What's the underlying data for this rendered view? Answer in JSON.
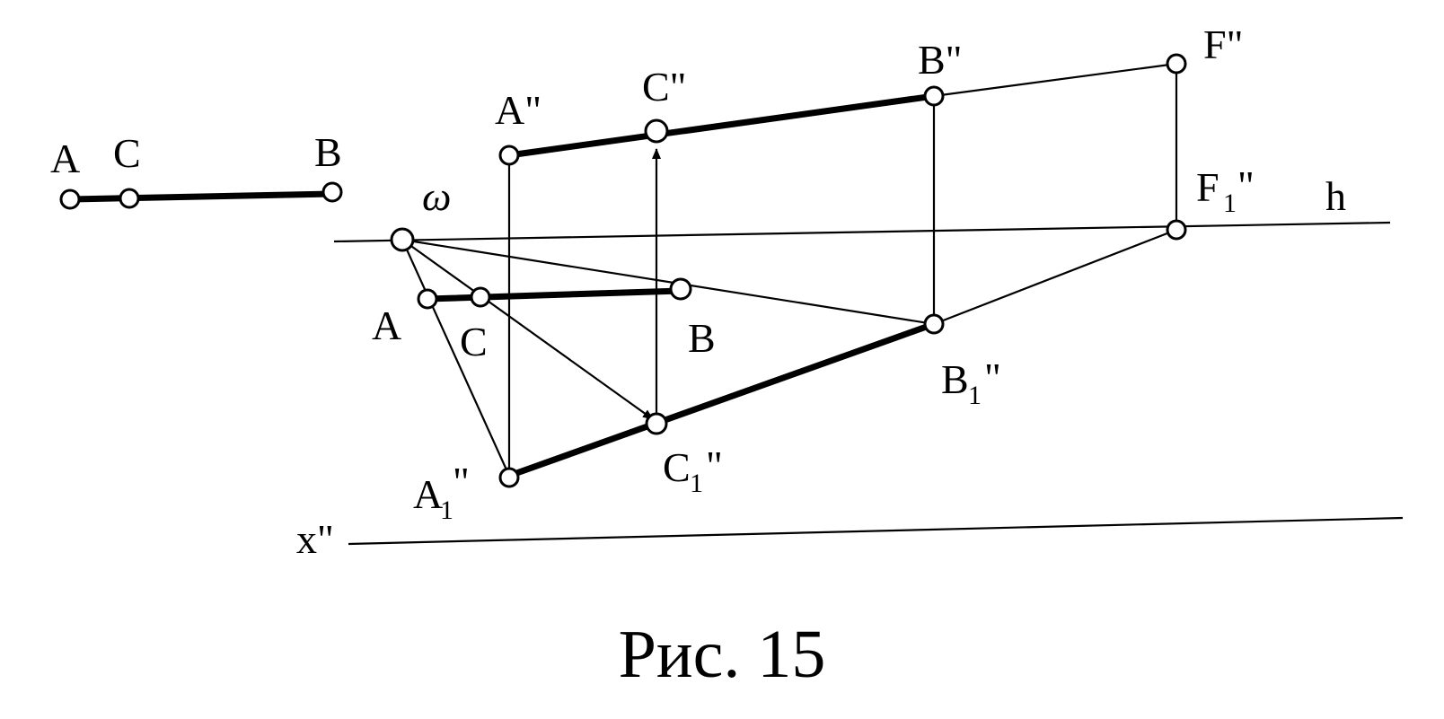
{
  "figure": {
    "caption": "Рис. 15",
    "labels": {
      "a_top": "A",
      "c_top": "C",
      "b_top": "B",
      "a_dbl": "A\"",
      "c_dbl": "C\"",
      "b_dbl": "B\"",
      "f_dbl": "F\"",
      "f1_main": "F",
      "f1_sub": "1",
      "f1_mark": "\"",
      "h": "h",
      "omega": "ω",
      "a_mid": "A",
      "c_mid": "C",
      "b_mid": "B",
      "b1_main": "B",
      "b1_sub": "1",
      "b1_mark": "\"",
      "a1_main": "A",
      "a1_sub": "1",
      "a1_mark": "\"",
      "c1_main": "C",
      "c1_sub": "1",
      "c1_mark": "\"",
      "x": "x\""
    }
  }
}
